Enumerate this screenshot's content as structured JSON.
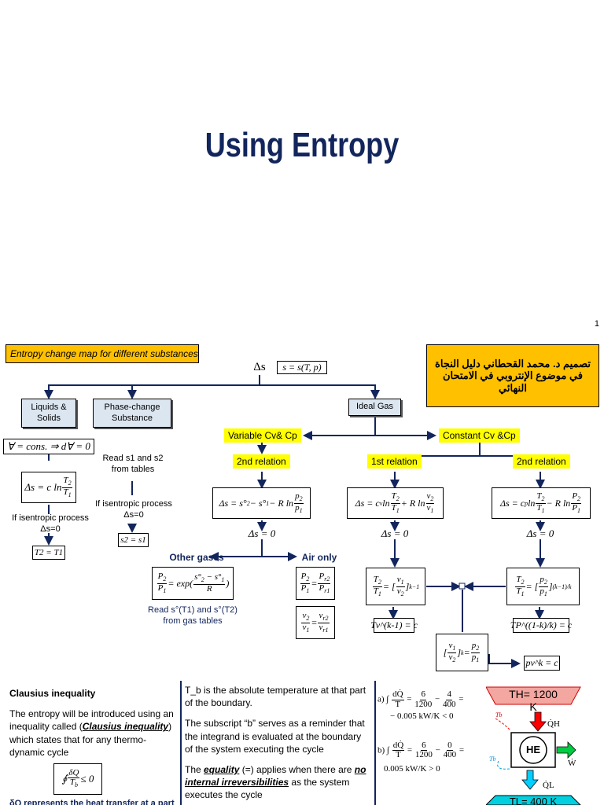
{
  "slide": {
    "title": "Using Entropy",
    "page_number": "1"
  },
  "map": {
    "header_label": "Entropy change map for different substances",
    "arabic_note": "تصميم د. محمد القحطاني دليل النجاة في موضوع الإنتروبي في الامتحان النهائي",
    "delta_s": "Δs",
    "s_function": "s = s(T, p)",
    "liquids_box": "Liquids & Solids",
    "phase_box": "Phase-change Substance",
    "ideal_gas_box": "Ideal Gas",
    "variable_label": "Variable Cv& Cp",
    "constant_label": "Constant Cv &Cp",
    "second_relation": "2nd relation",
    "first_relation": "1st relation",
    "liquid_condition": "∀ = cons. ⇒ d∀ = 0",
    "read_tables": "Read s1 and s2 from tables",
    "isentropic_phase": "If isentropic process Δs=0",
    "isentropic_liquid": "If isentropic process Δs=0",
    "s2_eq_s1": "s2 = s1",
    "t2_eq_t1": "T2 = T1",
    "ds_zero": "Δs = 0",
    "other_gases": "Other gases",
    "air_only": "Air only",
    "read_gas_tables": "Read s°(T1) and s°(T2) from gas tables",
    "tv_const": "Tv^(k-1) = c",
    "tp_const": "TP^((1-k)/k) = c",
    "pv_const": "pv^k = c"
  },
  "bottom": {
    "clausius_title": "Clausius inequality",
    "clausius_text_1": "The entropy will be introduced using an inequality called (",
    "clausius_link": "Clausius inequality",
    "clausius_text_2": ") which  states that for any thermo-dynamic cycle",
    "delta_q_note": "δQ represents the heat transfer at a part",
    "tb_text": "T_b  is the absolute temperature at that part of the boundary.",
    "subscript_text": "The subscript “b” serves as a reminder that the integrand is evaluated at the boundary of the system executing the cycle",
    "equality_1": "The ",
    "equality_link": "equality",
    "equality_2": " (=)  applies when there are ",
    "no_irrev": "no internal irreversibilities",
    "equality_3": " as the system executes the cycle",
    "eq_a_result": "− 0.005 kW/K < 0",
    "eq_b_result": "0.005 kW/K > 0",
    "hot_res": "TH= 1200 K",
    "engine": "HE",
    "cold_res": "TL= 400 K"
  }
}
